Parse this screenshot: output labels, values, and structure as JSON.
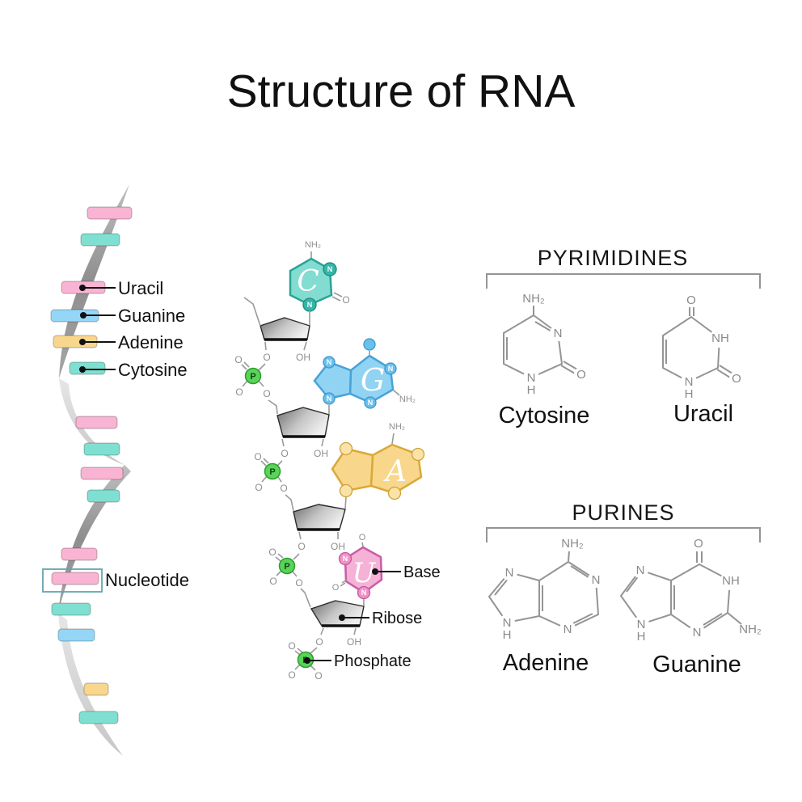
{
  "title": "Structure of RNA",
  "helix": {
    "bars": [
      {
        "base": "uracil",
        "color": "#f9b3d3"
      },
      {
        "base": "cytosine",
        "color": "#7fe0d2"
      },
      {
        "base": "uracil",
        "color": "#f9b3d3"
      },
      {
        "base": "guanine",
        "color": "#95d6f7"
      },
      {
        "base": "adenine",
        "color": "#f8d68e"
      },
      {
        "base": "cytosine",
        "color": "#7fe0d2"
      },
      {
        "base": "uracil",
        "color": "#f9b3d3"
      },
      {
        "base": "cytosine",
        "color": "#7fe0d2"
      },
      {
        "base": "uracil",
        "color": "#f9b3d3"
      },
      {
        "base": "cytosine",
        "color": "#7fe0d2"
      },
      {
        "base": "uracil",
        "color": "#f9b3d3"
      },
      {
        "base": "uracil",
        "color": "#f9b3d3"
      },
      {
        "base": "cytosine",
        "color": "#7fe0d2"
      },
      {
        "base": "guanine",
        "color": "#95d6f7"
      },
      {
        "base": "adenine",
        "color": "#f8d68e"
      },
      {
        "base": "cytosine",
        "color": "#7fe0d2"
      }
    ],
    "legend": [
      {
        "label": "Uracil"
      },
      {
        "label": "Guanine"
      },
      {
        "label": "Adenine"
      },
      {
        "label": "Cytosine"
      }
    ],
    "nucleotide_label": "Nucleotide"
  },
  "chain": {
    "bases": [
      {
        "letter": "C",
        "fill": "#82dcd0",
        "stroke": "#2aa396",
        "node_fill": "#35b5a8",
        "node_stroke": "#1d8a7e"
      },
      {
        "letter": "G",
        "fill": "#91d3f2",
        "stroke": "#47a2d9",
        "node_fill": "#69c0ec",
        "node_stroke": "#3e97cf"
      },
      {
        "letter": "A",
        "fill": "#f8d78c",
        "stroke": "#d9a937",
        "node_fill": "#fbe3a8",
        "node_stroke": "#cfa135"
      },
      {
        "letter": "U",
        "fill": "#f5b1d6",
        "stroke": "#c95ca8",
        "node_fill": "#ef93c7",
        "node_stroke": "#c4579f"
      }
    ],
    "phosphate_fill": "#5bd35b",
    "phosphate_stroke": "#2a9e2a",
    "callouts": {
      "base": "Base",
      "ribose": "Ribose",
      "phosphate": "Phosphate"
    }
  },
  "atoms": {
    "O": "O",
    "OH": "OH",
    "N": "N",
    "NH": "NH",
    "H": "H",
    "NH2": "NH₂",
    "P": "P"
  },
  "pyrimidines": {
    "header": "PYRIMIDINES",
    "structures": [
      {
        "name": "Cytosine"
      },
      {
        "name": "Uracil"
      }
    ]
  },
  "purines": {
    "header": "PURINES",
    "structures": [
      {
        "name": "Adenine"
      },
      {
        "name": "Guanine"
      }
    ]
  }
}
